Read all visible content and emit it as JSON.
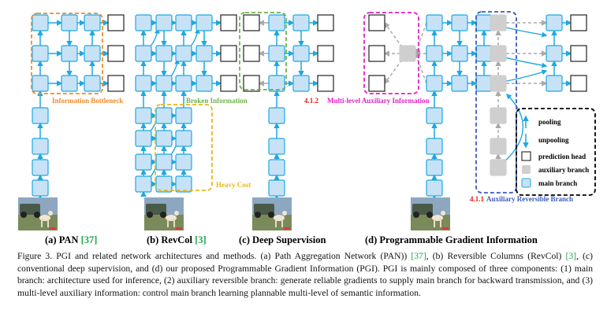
{
  "panels": {
    "a": {
      "letter": "(a)",
      "title": "PAN",
      "ref": "[37]",
      "annotation": "Information Bottleneck"
    },
    "b": {
      "letter": "(b)",
      "title": "RevCol",
      "ref": "[3]",
      "annotation_broken": "Broken Information",
      "annotation_cost": "Heavy Cost"
    },
    "c": {
      "letter": "(c)",
      "title": "Deep Supervision"
    },
    "d": {
      "letter": "(d)",
      "title": "Programmable Gradient Information",
      "annotation_multilevel_num": "4.1.2",
      "annotation_multilevel": "Multi-level Auxiliary Information",
      "annotation_reversible_num": "4.1.1",
      "annotation_reversible": "Auxiliary Reversible Branch"
    }
  },
  "legend": {
    "pooling": "pooling",
    "unpooling": "unpooling",
    "prediction_head": "prediction head",
    "auxiliary_branch": "auxiliary branch",
    "main_branch": "main branch"
  },
  "caption": {
    "prefix": "Figure 3.  PGI and related network architectures and methods.  (a) Path Aggregation Network (PAN))",
    "ref1": "[37]",
    "mid1": ", (b) Reversible Columns (RevCol)",
    "ref2": "[3]",
    "rest": ", (c) conventional deep supervision, and (d) our proposed Programmable Gradient Information (PGI). PGI is mainly composed of three components: (1) main branch: architecture used for inference, (2) auxiliary reversible branch: generate reliable gradients to supply main branch for backward transmission, and (3) multi-level auxiliary information: control main branch learning plannable multi-level of semantic information."
  },
  "colors": {
    "main_fill": "#c7e2f7",
    "main_stroke": "#1ea8e0",
    "arrow": "#1ea8e0",
    "aux_fill": "#cfcfcf",
    "aux_stroke": "#9a9a9a",
    "bottleneck": "#f08a2a",
    "broken": "#6fb24a",
    "cost": "#e6b71e",
    "multilevel": "#e020c8",
    "reversible": "#3a5bb8",
    "legend_border": "#000000"
  }
}
